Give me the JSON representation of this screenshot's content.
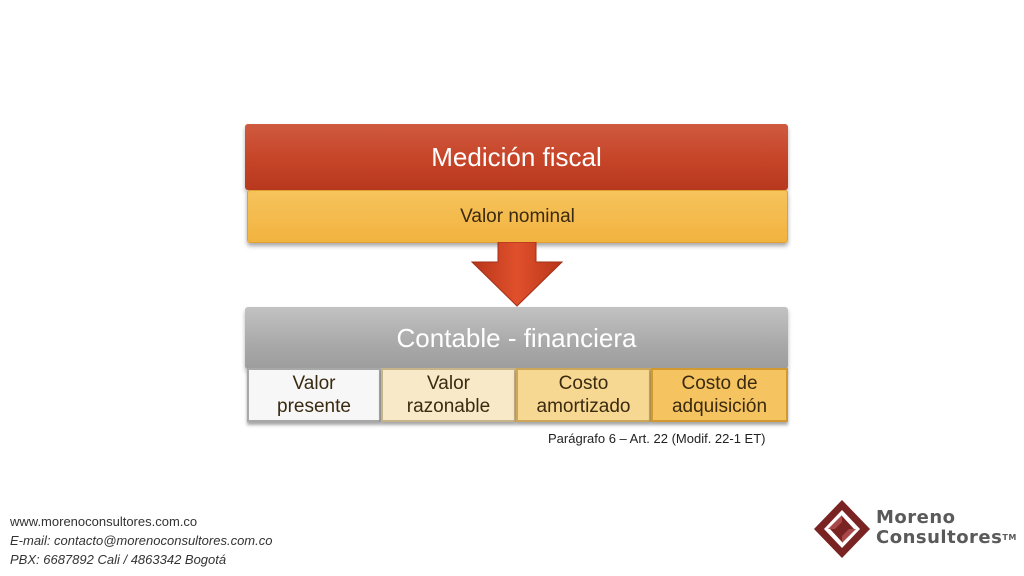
{
  "diagram": {
    "top": {
      "title": "Medición fiscal",
      "subtitle": "Valor nominal"
    },
    "bottom": {
      "title": "Contable - financiera",
      "items": [
        {
          "line1": "Valor",
          "line2": "presente"
        },
        {
          "line1": "Valor",
          "line2": "razonable"
        },
        {
          "line1": "Costo",
          "line2": "amortizado"
        },
        {
          "line1": "Costo de",
          "line2": "adquisición"
        }
      ]
    },
    "note": "Parágrafo 6 – Art. 22 (Modif. 22-1 ET)"
  },
  "footer": {
    "website": "www.morenoconsultores.com.co",
    "email": "E-mail: contacto@morenoconsultores.com.co",
    "phone": "PBX: 6687892 Cali / 4863342 Bogotá"
  },
  "logo": {
    "name_line1": "Moreno",
    "name_line2": "Consultores",
    "trademark": "TM"
  },
  "colors": {
    "header_red": "#c64428",
    "subtitle_orange": "#f2b33f",
    "header_gray": "#a9a9a9",
    "logo_maroon": "#7a2323"
  }
}
